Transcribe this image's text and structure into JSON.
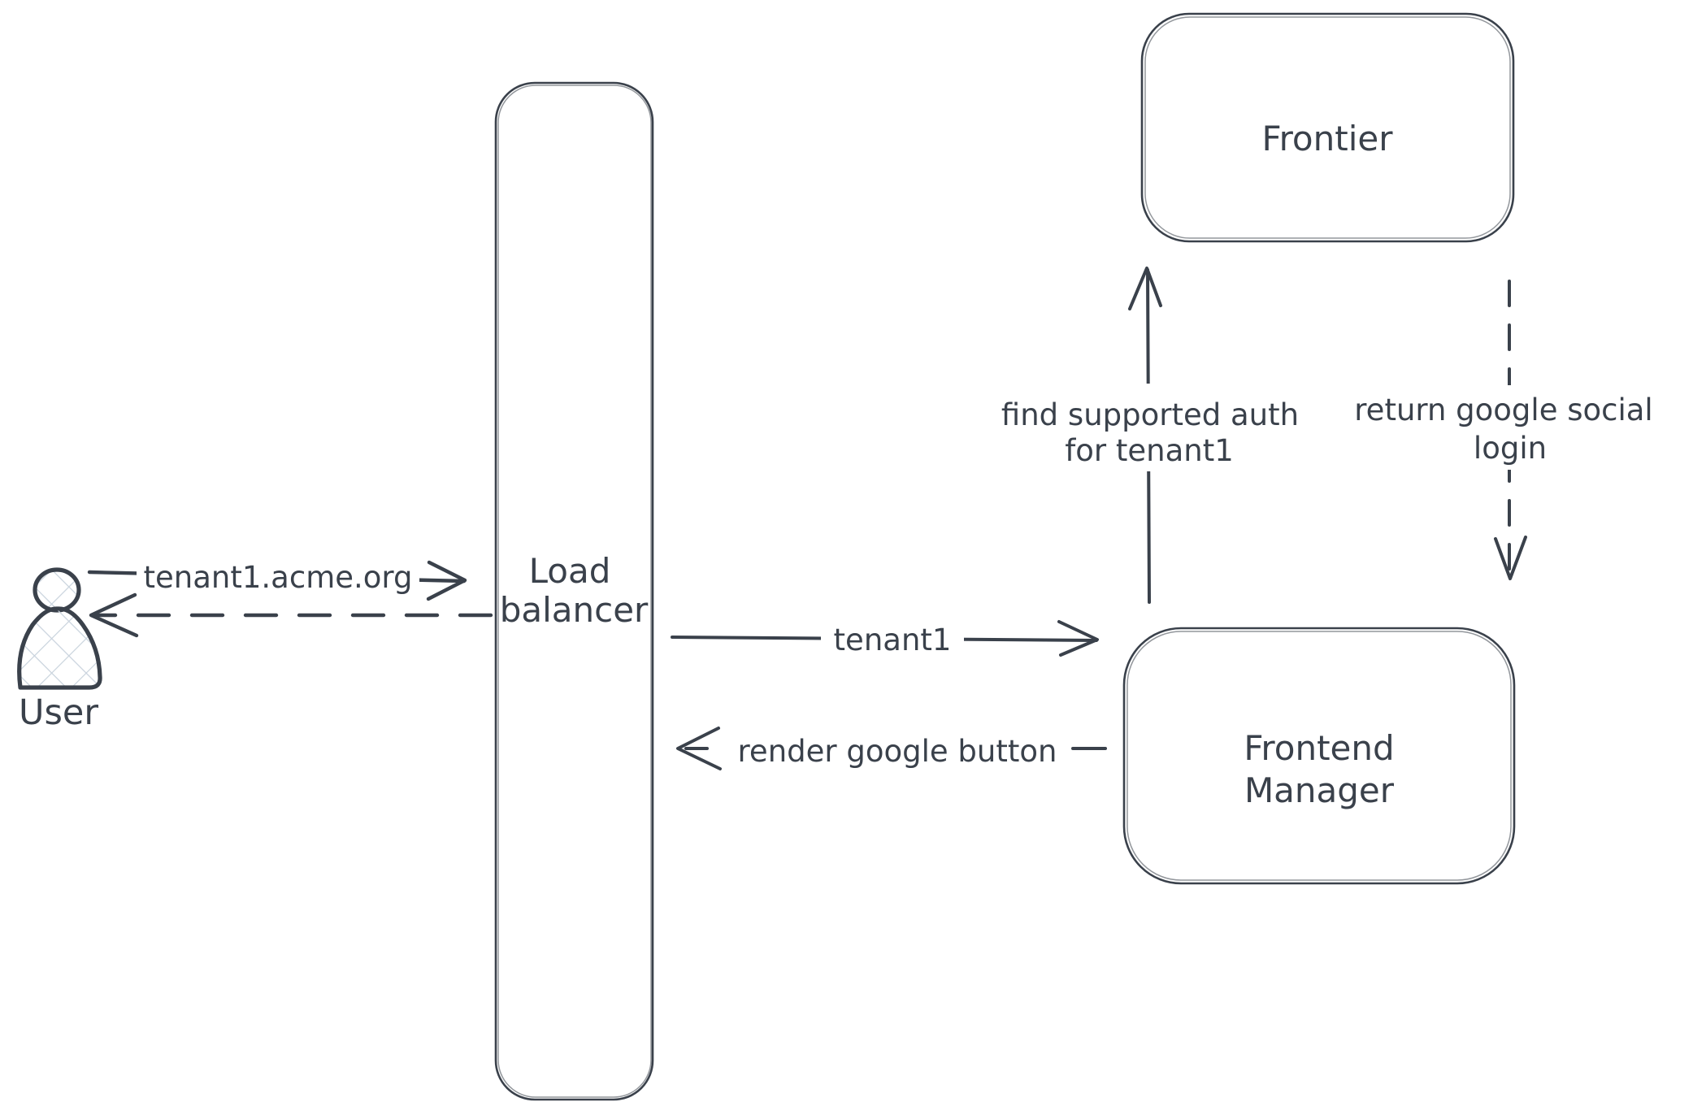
{
  "colors": {
    "ink": "#3a414b",
    "hatch": "#c9d3dd",
    "bg": "#ffffff"
  },
  "nodes": {
    "user": {
      "label": "User"
    },
    "load_balancer": {
      "lines": [
        "Load",
        "balancer"
      ]
    },
    "frontier": {
      "label": "Frontier"
    },
    "frontend_manager": {
      "lines": [
        "Frontend",
        "Manager"
      ]
    }
  },
  "arrows": {
    "user_request": {
      "label": "tenant1.acme.org",
      "style": "solid",
      "from": "User",
      "to": "Load balancer"
    },
    "lb_response": {
      "style": "dashed",
      "from": "Load balancer",
      "to": "User"
    },
    "lb_forward": {
      "label": "tenant1",
      "style": "solid",
      "from": "Load balancer",
      "to": "Frontend Manager"
    },
    "fm_render": {
      "label": "render google button",
      "style": "dashed",
      "from": "Frontend Manager",
      "to": "Load balancer"
    },
    "fm_find_auth": {
      "lines": [
        "find supported auth",
        "for tenant1"
      ],
      "style": "solid",
      "from": "Frontend Manager",
      "to": "Frontier"
    },
    "frontier_return": {
      "lines": [
        "return google social",
        "login"
      ],
      "style": "dashed",
      "from": "Frontier",
      "to": "Frontend Manager"
    }
  }
}
